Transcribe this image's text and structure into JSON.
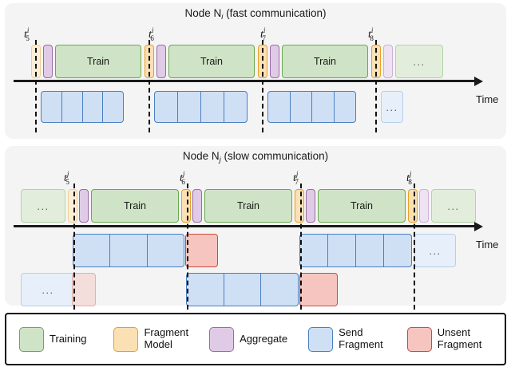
{
  "figure": {
    "axis_label": "Time",
    "ellipsis": "..."
  },
  "panels": [
    {
      "id": "fast",
      "title_prefix": "Node N",
      "title_node_sub": "i",
      "title_suffix": " (fast communication)",
      "title_full": "Node N_i (fast communication)",
      "time_markers": [
        {
          "base": "t",
          "sup": "i",
          "sub": "5"
        },
        {
          "base": "t",
          "sup": "i",
          "sub": "6"
        },
        {
          "base": "t",
          "sup": "i",
          "sub": "7"
        },
        {
          "base": "t",
          "sup": "i",
          "sub": "8"
        }
      ],
      "train_label": "Train",
      "timeline_blocks": [
        {
          "kind": "fragment-model",
          "label": "",
          "ghost": true
        },
        {
          "kind": "aggregate",
          "label": "",
          "ghost": false
        },
        {
          "kind": "training",
          "label": "Train",
          "ghost": false
        },
        {
          "kind": "fragment-model",
          "label": "",
          "ghost": false
        },
        {
          "kind": "aggregate",
          "label": "",
          "ghost": false
        },
        {
          "kind": "training",
          "label": "Train",
          "ghost": false
        },
        {
          "kind": "fragment-model",
          "label": "",
          "ghost": false
        },
        {
          "kind": "aggregate",
          "label": "",
          "ghost": false
        },
        {
          "kind": "training",
          "label": "Train",
          "ghost": false
        },
        {
          "kind": "fragment-model",
          "label": "",
          "ghost": false
        },
        {
          "kind": "aggregate",
          "label": "",
          "ghost": true
        },
        {
          "kind": "training",
          "label": "...",
          "ghost": true
        }
      ],
      "send_rows": [
        {
          "groups": [
            {
              "segments": 4,
              "ghost": false,
              "label": ""
            },
            {
              "segments": 4,
              "ghost": false,
              "label": ""
            },
            {
              "segments": 4,
              "ghost": false,
              "label": ""
            },
            {
              "segments": 1,
              "ghost": true,
              "label": "..."
            }
          ]
        }
      ]
    },
    {
      "id": "slow",
      "title_prefix": "Node N",
      "title_node_sub": "j",
      "title_suffix": " (slow communication)",
      "title_full": "Node N_j (slow communication)",
      "time_markers": [
        {
          "base": "t",
          "sup": "j",
          "sub": "5"
        },
        {
          "base": "t",
          "sup": "j",
          "sub": "6"
        },
        {
          "base": "t",
          "sup": "j",
          "sub": "7"
        },
        {
          "base": "t",
          "sup": "j",
          "sub": "8"
        }
      ],
      "train_label": "Train",
      "timeline_blocks": [
        {
          "kind": "training",
          "label": "...",
          "ghost": true
        },
        {
          "kind": "fragment-model",
          "label": "",
          "ghost": true
        },
        {
          "kind": "aggregate",
          "label": "",
          "ghost": false
        },
        {
          "kind": "training",
          "label": "Train",
          "ghost": false
        },
        {
          "kind": "fragment-model",
          "label": "",
          "ghost": false
        },
        {
          "kind": "aggregate",
          "label": "",
          "ghost": false
        },
        {
          "kind": "training",
          "label": "Train",
          "ghost": false
        },
        {
          "kind": "fragment-model",
          "label": "",
          "ghost": false
        },
        {
          "kind": "aggregate",
          "label": "",
          "ghost": false
        },
        {
          "kind": "training",
          "label": "Train",
          "ghost": false
        },
        {
          "kind": "fragment-model",
          "label": "",
          "ghost": false
        },
        {
          "kind": "aggregate",
          "label": "",
          "ghost": true
        },
        {
          "kind": "training",
          "label": "...",
          "ghost": true
        }
      ],
      "send_rows": [
        {
          "groups": [
            {
              "segments": 3,
              "ghost": false,
              "label": ""
            },
            {
              "segments": 1,
              "ghost": false,
              "label": "",
              "kind": "unsent"
            },
            {
              "segments": 4,
              "ghost": false,
              "label": ""
            },
            {
              "segments": 1,
              "ghost": true,
              "label": "..."
            }
          ]
        },
        {
          "groups": [
            {
              "segments": 1,
              "ghost": true,
              "label": "..."
            },
            {
              "segments": 1,
              "ghost": true,
              "label": "",
              "kind": "unsent"
            },
            {
              "segments": 3,
              "ghost": false,
              "label": ""
            },
            {
              "segments": 1,
              "ghost": false,
              "label": "",
              "kind": "unsent"
            }
          ]
        }
      ]
    }
  ],
  "legend": {
    "items": [
      {
        "name": "training",
        "label": "Training",
        "fill": "#cfe4c6",
        "stroke": "#6aa84f"
      },
      {
        "name": "fragment-model",
        "label": "Fragment\nModel",
        "fill": "#fbe0b4",
        "stroke": "#e8a021"
      },
      {
        "name": "aggregate",
        "label": "Aggregate",
        "fill": "#e0cbe7",
        "stroke": "#9a6aa8"
      },
      {
        "name": "send-fragment",
        "label": "Send\nFragment",
        "fill": "#cfe0f5",
        "stroke": "#4a7fc1"
      },
      {
        "name": "unsent-fragment",
        "label": "Unsent\nFragment",
        "fill": "#f6c5c0",
        "stroke": "#cc4b3c"
      }
    ]
  }
}
